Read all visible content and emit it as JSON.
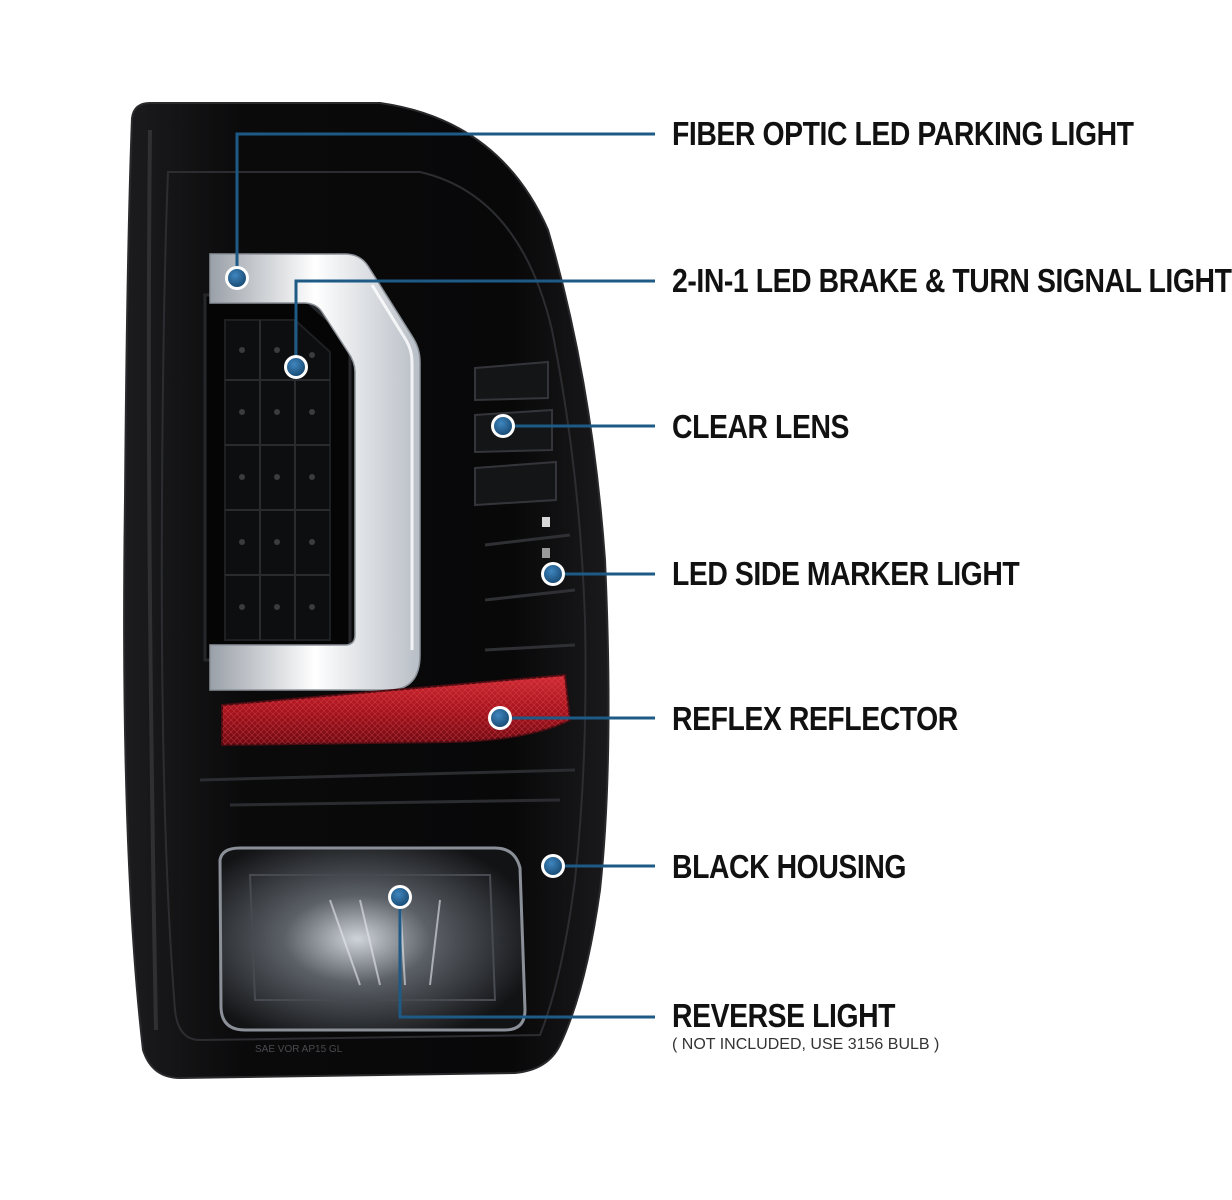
{
  "callouts": [
    {
      "id": "fiber",
      "label": "FIBER OPTIC LED PARKING LIGHT"
    },
    {
      "id": "brake",
      "label": "2-IN-1 LED BRAKE & TURN SIGNAL LIGHT"
    },
    {
      "id": "lens",
      "label": "CLEAR LENS"
    },
    {
      "id": "marker",
      "label": "LED SIDE MARKER LIGHT"
    },
    {
      "id": "reflector",
      "label": "REFLEX REFLECTOR"
    },
    {
      "id": "housing",
      "label": "BLACK HOUSING"
    },
    {
      "id": "reverse",
      "label": "REVERSE LIGHT",
      "note": "( NOT INCLUDED, USE 3156 BULB )"
    }
  ],
  "colors": {
    "callout_line": "#1d5a86",
    "dot": "#1d5a86",
    "reflector": "#b01822",
    "housing": "#0b0b0c"
  }
}
